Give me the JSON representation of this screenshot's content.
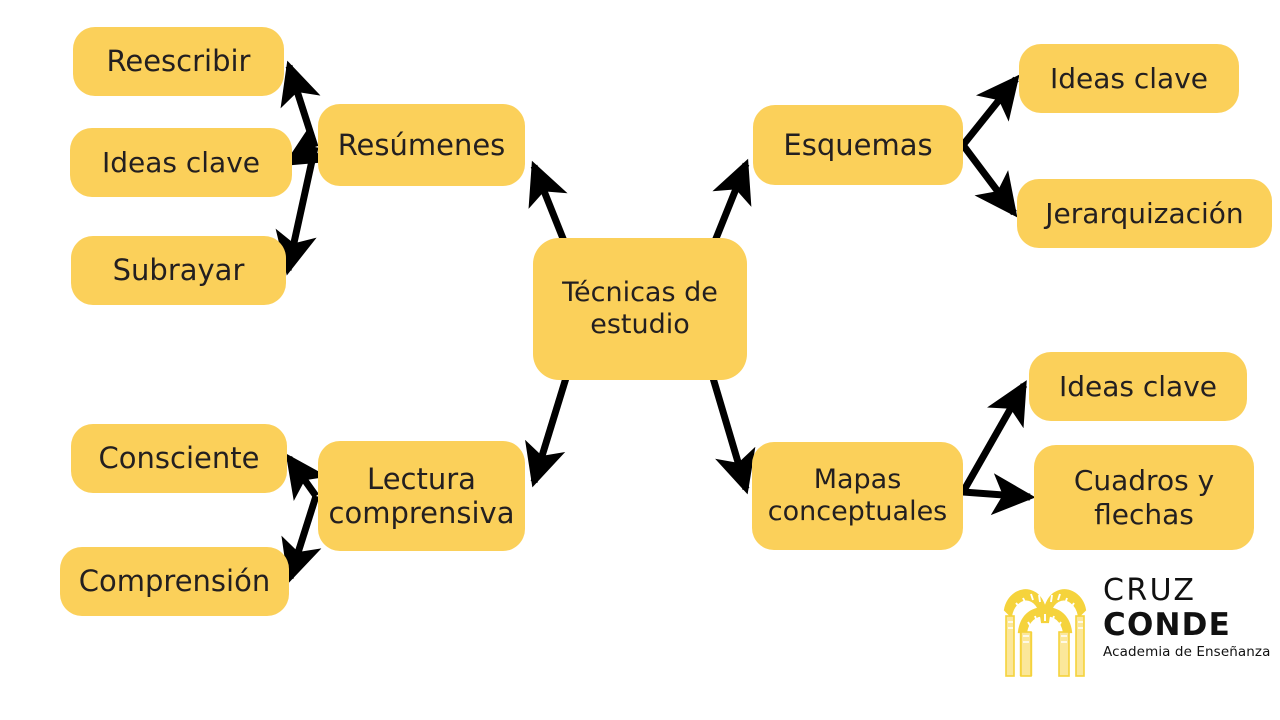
{
  "diagram": {
    "title": "Técnicas de estudio",
    "type": "mind-map",
    "background_color": "#ffffff",
    "node_color": "#fbd05a",
    "text_color": "#231f20",
    "edge_color": "#000000",
    "nodes": {
      "center": {
        "label": "Técnicas de estudio"
      },
      "resumenes": {
        "label": "Resúmenes"
      },
      "reescribir": {
        "label": "Reescribir"
      },
      "ideas_clave_resumenes": {
        "label": "Ideas clave"
      },
      "subrayar": {
        "label": "Subrayar"
      },
      "esquemas": {
        "label": "Esquemas"
      },
      "ideas_clave_esquemas": {
        "label": "Ideas clave"
      },
      "jerarquizacion": {
        "label": "Jerarquización"
      },
      "lectura": {
        "label": "Lectura comprensiva"
      },
      "consciente": {
        "label": "Consciente"
      },
      "comprension": {
        "label": "Comprensión"
      },
      "mapas": {
        "label": "Mapas conceptuales"
      },
      "ideas_clave_mapas": {
        "label": "Ideas clave"
      },
      "cuadros": {
        "label": "Cuadros y flechas"
      }
    }
  },
  "logo": {
    "line1": "CRUZ",
    "line2": "CONDE",
    "line3": "Academia de Enseñanza",
    "mark_color": "#f5d33c",
    "text_color": "#111111"
  }
}
